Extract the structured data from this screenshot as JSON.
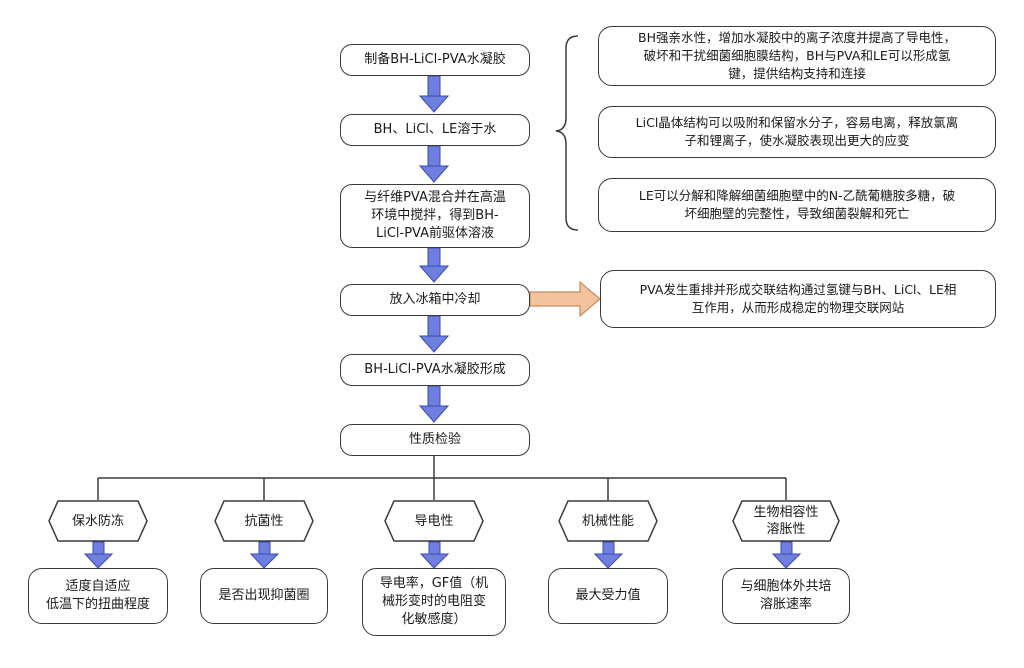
{
  "flow": {
    "step1": "制备BH-LiCl-PVA水凝胶",
    "step2": "BH、LiCl、LE溶于水",
    "step3_line1": "与纤维PVA混合并在高温",
    "step3_line2": "环境中搅拌，得到BH-",
    "step3_line3": "LiCl-PVA前驱体溶液",
    "step4": "放入冰箱中冷却",
    "step5": "BH-LiCl-PVA水凝胶形成",
    "step6": "性质检验"
  },
  "notes": {
    "note1_line1": "BH强亲水性，增加水凝胶中的离子浓度并提高了导电性，",
    "note1_line2": "破坏和干扰细菌细胞膜结构，BH与PVA和LE可以形成氢",
    "note1_line3": "键，提供结构支持和连接",
    "note2_line1": "LiCl晶体结构可以吸附和保留水分子，容易电离，释放氯离",
    "note2_line2": "子和锂离子，使水凝胶表现出更大的应变",
    "note3_line1": "LE可以分解和降解细菌细胞壁中的N-乙酰葡糖胺多糖，破",
    "note3_line2": "坏细胞壁的完整性，导致细菌裂解和死亡",
    "note4_line1": "PVA发生重排并形成交联结构通过氢键与BH、LiCl、LE相",
    "note4_line2": "互作用，从而形成稳定的物理交联网站"
  },
  "properties": [
    {
      "name": "保水防冻",
      "name_line2": "",
      "result_line1": "适度自适应",
      "result_line2": "低温下的扭曲程度",
      "result_line3": ""
    },
    {
      "name": "抗菌性",
      "name_line2": "",
      "result_line1": "是否出现抑菌圈",
      "result_line2": "",
      "result_line3": ""
    },
    {
      "name": "导电性",
      "name_line2": "",
      "result_line1": "导电率，GF值（机",
      "result_line2": "械形变时的电阻变",
      "result_line3": "化敏感度）"
    },
    {
      "name": "机械性能",
      "name_line2": "",
      "result_line1": "最大受力值",
      "result_line2": "",
      "result_line3": ""
    },
    {
      "name": "生物相容性",
      "name_line2": "溶胀性",
      "result_line1": "与细胞体外共培",
      "result_line2": "溶胀速率",
      "result_line3": ""
    }
  ],
  "colors": {
    "arrow_blue": "#6f7fe0",
    "arrow_blue_stroke": "#3a48b0",
    "arrow_orange": "#f3c3a0",
    "arrow_orange_stroke": "#c98a5a",
    "line": "#3a3a3a"
  }
}
